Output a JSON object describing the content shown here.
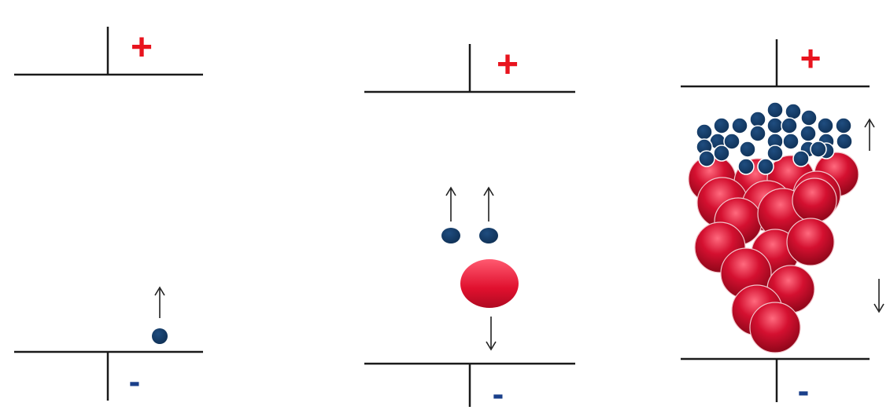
{
  "panels": [
    {
      "plus_label": "+",
      "minus_label": "-",
      "small_particles": 1,
      "large_particles": 0,
      "arrows_up": 1,
      "arrows_down": 0
    },
    {
      "plus_label": "+",
      "minus_label": "-",
      "small_particles": 2,
      "large_particles": 1,
      "arrows_up": 2,
      "arrows_down": 1
    },
    {
      "plus_label": "+",
      "minus_label": "-",
      "small_particles": 30,
      "large_particles": 16,
      "arrows_up": 1,
      "arrows_down": 1
    }
  ],
  "colors": {
    "plus": "#e8141e",
    "minus": "#1a3f8a",
    "electrode": "#1a1a1a",
    "small_particle": "#0f3055",
    "small_particle_light": "#1f4d80",
    "large_particle": "#d41030",
    "large_particle_dark": "#8a0618",
    "large_particle_highlight": "#ff6a7e",
    "arrow": "#222222"
  }
}
